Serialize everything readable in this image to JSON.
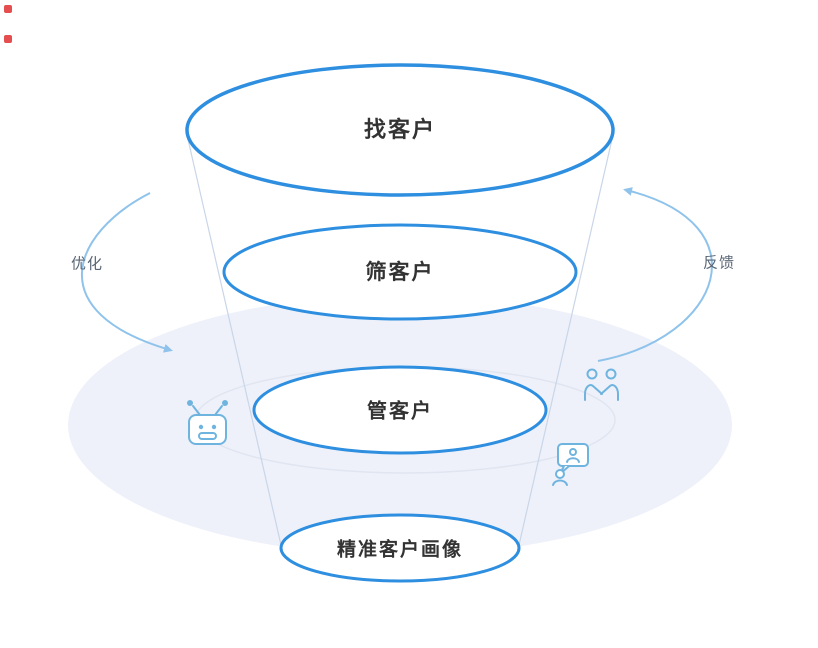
{
  "page": {
    "background": "#ffffff"
  },
  "funnel": {
    "stroke_color": "#2E8EDF",
    "levels": [
      {
        "id": "find",
        "label": "找客户"
      },
      {
        "id": "screen",
        "label": "筛客户"
      },
      {
        "id": "manage",
        "label": "管客户"
      },
      {
        "id": "profile",
        "label": "精准客户画像"
      }
    ]
  },
  "cycle": {
    "left_label": "优化",
    "right_label": "反馈",
    "arrow_color": "#8FC3EB"
  },
  "icons": {
    "left": "robot-icon",
    "right_top": "partners-handshake-icon",
    "right_bottom": "customer-chat-icon",
    "color": "#6FB4DF"
  },
  "colors": {
    "background_glow": "#EEF1FA",
    "orbit_ring": "#E0E5F0",
    "funnel_side_line": "#C9D6E8",
    "text_primary": "#333333",
    "text_secondary": "#5a6675"
  }
}
